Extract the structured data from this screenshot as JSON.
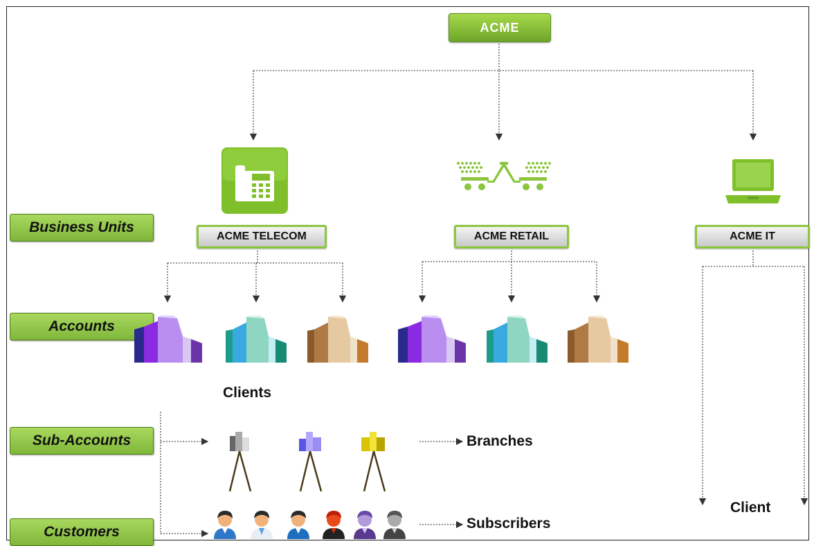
{
  "root": {
    "label": "ACME"
  },
  "levels": {
    "business_units": "Business Units",
    "accounts": "Accounts",
    "sub_accounts": "Sub-Accounts",
    "customers": "Customers"
  },
  "business_units": [
    {
      "name": "ACME TELECOM",
      "icon": "desk-phone-icon"
    },
    {
      "name": "ACME RETAIL",
      "icon": "shopping-carts-icon"
    },
    {
      "name": "ACME IT",
      "icon": "laptop-icon"
    }
  ],
  "annotations": {
    "clients": "Clients",
    "branches": "Branches",
    "subscribers": "Subscribers",
    "client": "Client"
  },
  "colors": {
    "green": "#8cc63f",
    "purple": "#8a2be2",
    "teal": "#2bb3a3",
    "tan": "#c89b63"
  }
}
